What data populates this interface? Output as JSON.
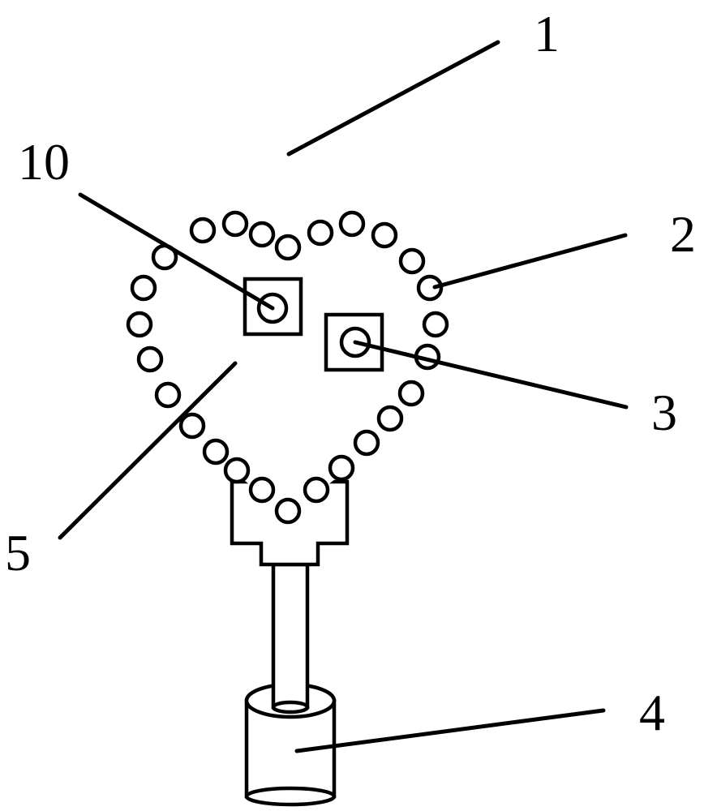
{
  "labels": {
    "l1": "1",
    "l10": "10",
    "l2": "2",
    "l3": "3",
    "l5": "5",
    "l4": "4"
  }
}
